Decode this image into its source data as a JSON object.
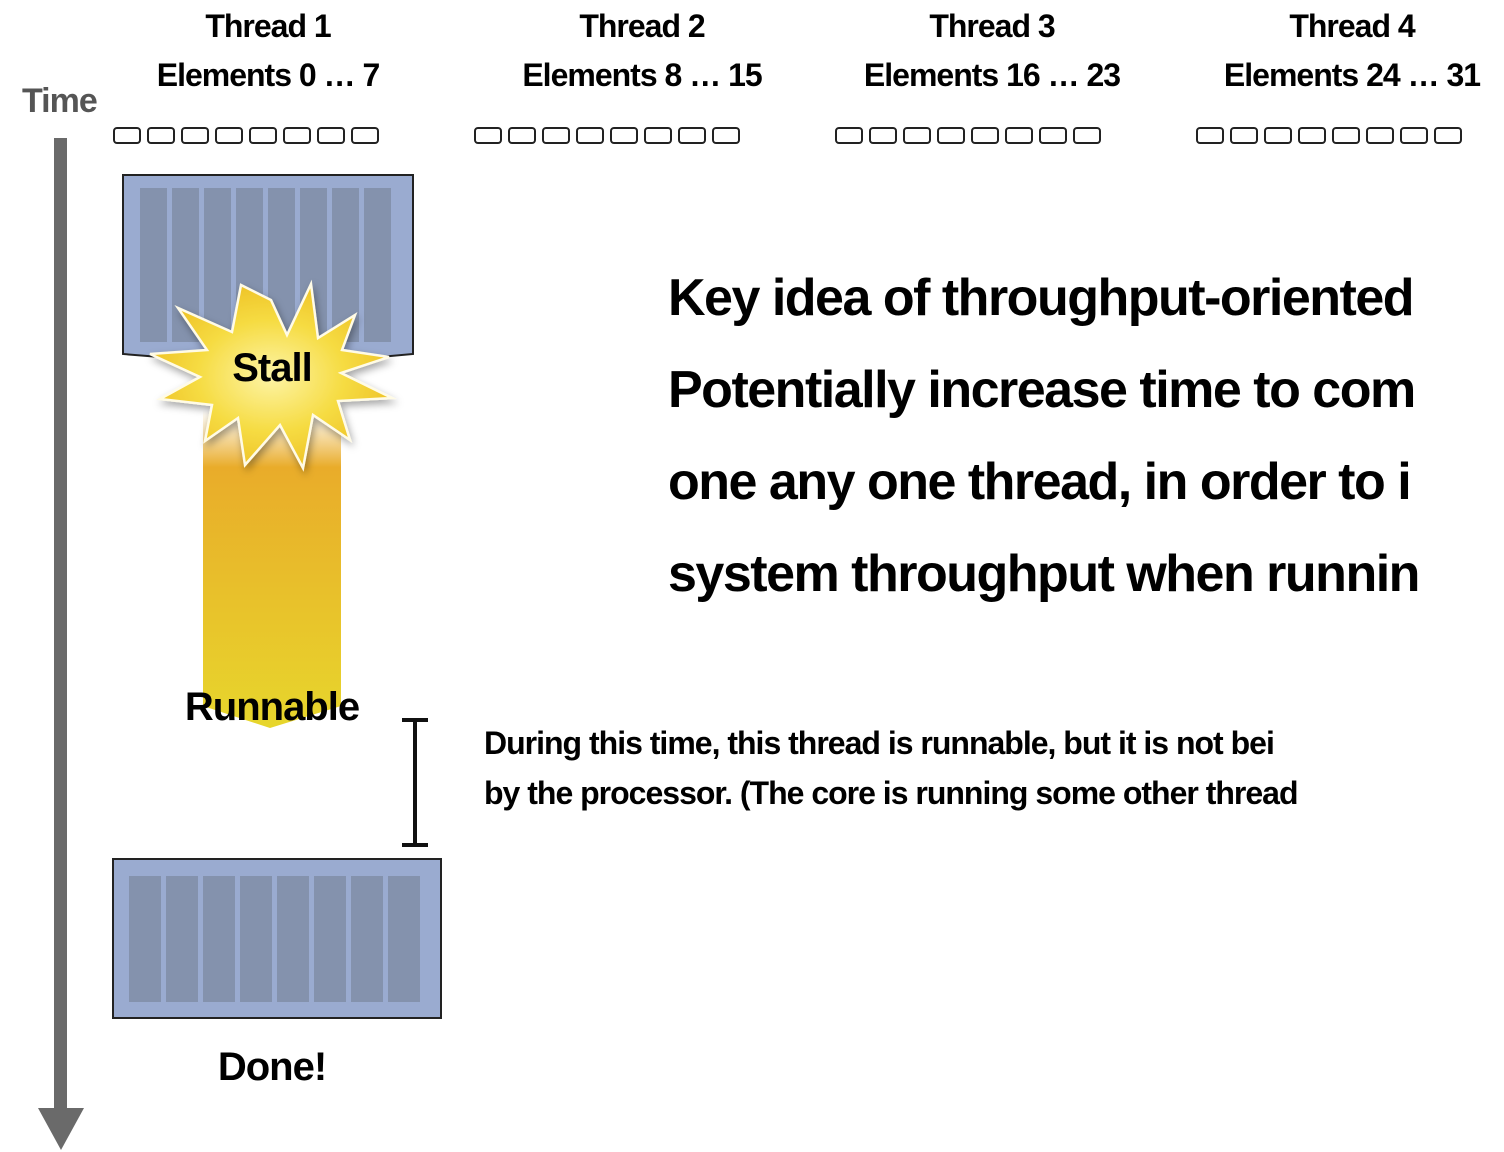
{
  "axis": {
    "time_label": "Time"
  },
  "threads": [
    {
      "name": "Thread 1",
      "elements": "Elements 0 … 7"
    },
    {
      "name": "Thread 2",
      "elements": "Elements 8 … 15"
    },
    {
      "name": "Thread 3",
      "elements": "Elements 16 … 23"
    },
    {
      "name": "Thread 4",
      "elements": "Elements 24 … 31"
    }
  ],
  "states": {
    "stall": "Stall",
    "runnable": "Runnable",
    "done": "Done!"
  },
  "key_idea": {
    "lines": [
      "Key idea of throughput-oriented",
      "Potentially increase time to com",
      "one any one thread, in order to i",
      "system throughput when runnin"
    ]
  },
  "annotation": {
    "lines": [
      "During this time, this thread is runnable, but it is not bei",
      "by the processor. (The core is running some other thread"
    ]
  },
  "colors": {
    "simd_fill": "#9aabd0",
    "lane_fill": "#8492ad",
    "stall_yellow": "#f2d43a",
    "runnable_top": "#e8a828",
    "runnable_bottom": "#e8d428",
    "arrow_gray": "#6a6a6a"
  }
}
